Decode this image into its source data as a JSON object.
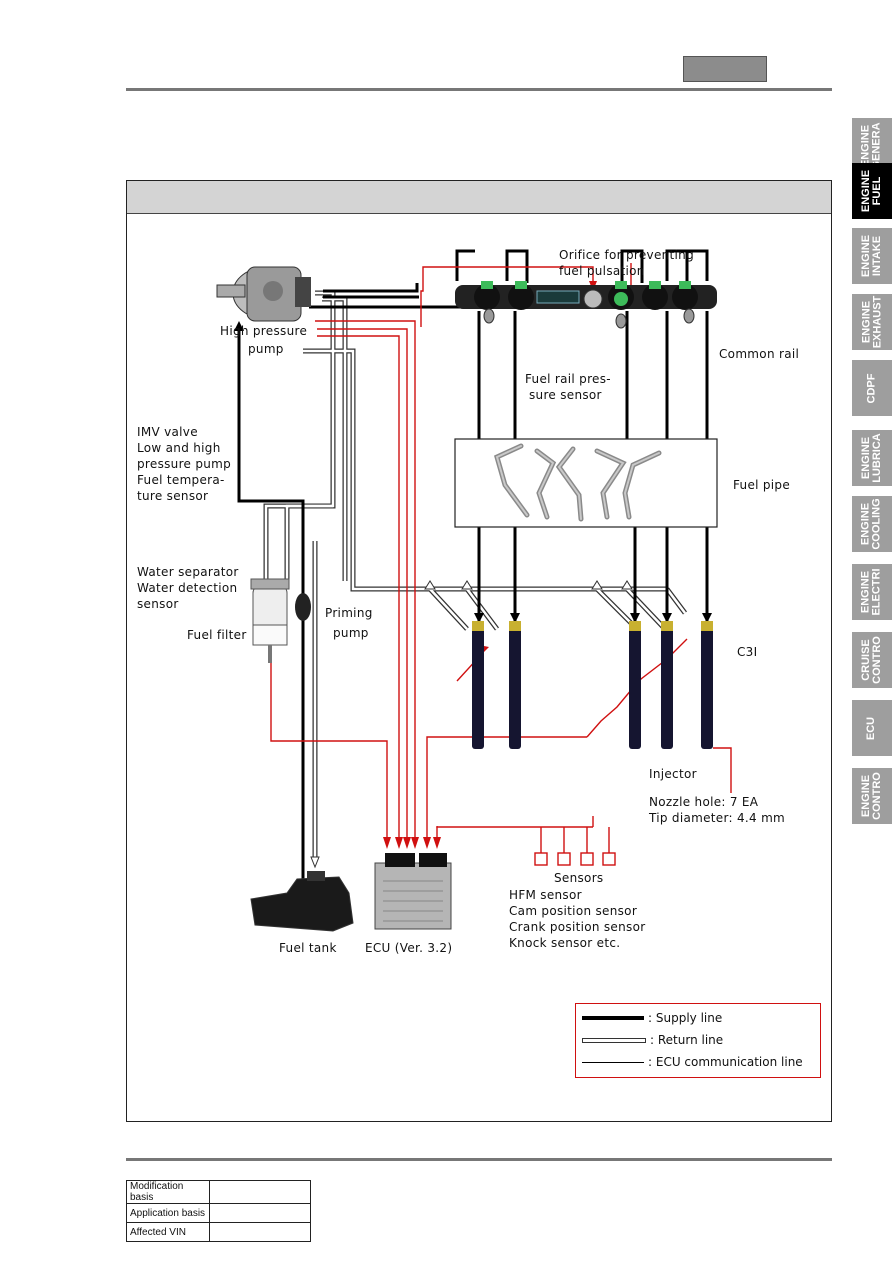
{
  "side_tabs": [
    {
      "label": "ENGINE\nGENERA",
      "active": false
    },
    {
      "label": "ENGINE\nFUEL",
      "active": true
    },
    {
      "label": "ENGINE\nINTAKE",
      "active": false
    },
    {
      "label": "ENGINE\nEXHAUST",
      "active": false
    },
    {
      "label": "CDPF",
      "active": false
    },
    {
      "label": "ENGINE\nLUBRICA",
      "active": false
    },
    {
      "label": "ENGINE\nCOOLING",
      "active": false
    },
    {
      "label": "ENGINE\nELECTRI",
      "active": false
    },
    {
      "label": "CRUISE\nCONTRO",
      "active": false
    },
    {
      "label": "ECU",
      "active": false
    },
    {
      "label": "ENGINE\nCONTRO",
      "active": false
    }
  ],
  "diagram": {
    "orifice_label": [
      "Orifice for preventing",
      "fuel pulsation"
    ],
    "high_pressure_pump": [
      "High pressure",
      "pump"
    ],
    "common_rail": "Common rail",
    "rail_pressure_sensor": [
      "Fuel rail pres-",
      "sure sensor"
    ],
    "imv_valve": [
      "IMV valve",
      "Low and high",
      "pressure pump",
      "Fuel tempera-",
      "ture sensor"
    ],
    "fuel_pipe": "Fuel pipe",
    "water_separator": [
      "Water separator",
      "Water detection",
      "sensor"
    ],
    "priming_pump": [
      "Priming",
      "pump"
    ],
    "fuel_filter": "Fuel filter",
    "c3i": "C3I",
    "injector": "Injector",
    "nozzle": [
      "Nozzle hole: 7 EA",
      "Tip diameter: 4.4 mm"
    ],
    "sensors_title": "Sensors",
    "sensors_list": [
      "HFM sensor",
      "Cam position sensor",
      "Crank position sensor",
      "Knock sensor etc."
    ],
    "fuel_tank": "Fuel tank",
    "ecu": "ECU (Ver. 3.2)"
  },
  "legend": {
    "supply": ": Supply line",
    "return": ": Return line",
    "ecu": ": ECU communication line"
  },
  "info_table": [
    {
      "label": "Modification basis",
      "value": ""
    },
    {
      "label": "Application basis",
      "value": ""
    },
    {
      "label": "Affected VIN",
      "value": ""
    }
  ],
  "colors": {
    "accent": "#d01010",
    "supply": "#000000",
    "tab_active": "#000000",
    "tab_inactive": "#9e9e9e"
  }
}
